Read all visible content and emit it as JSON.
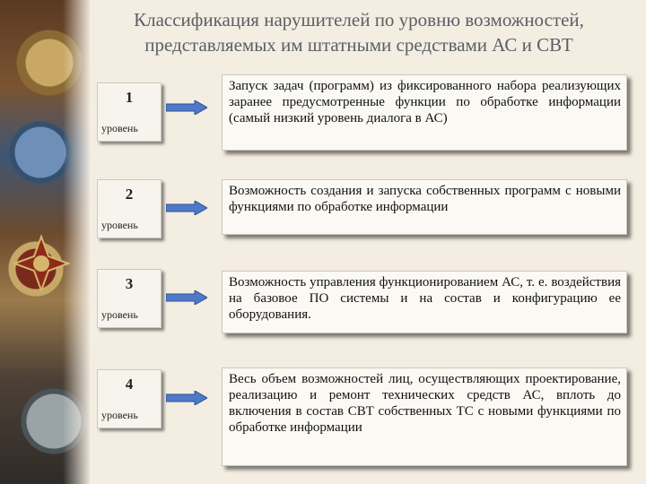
{
  "title": "Классификация нарушителей по уровню возможностей, представляемых им штатными средствами АС и СВТ",
  "levels": [
    {
      "number": "1",
      "word": "уровень",
      "description": "Запуск задач (программ) из фиксированного набора реализующих заранее предусмотренные функции по обработке информации (самый низкий уровень диалога в АС)"
    },
    {
      "number": "2",
      "word": "уровень",
      "description": "Возможность создания и запуска собственных программ с новыми функциями по обработке информации"
    },
    {
      "number": "3",
      "word": "уровень",
      "description": "Возможность управления функционированием АС, т. е. воздействия на базовое ПО системы и на состав и конфигурацию ее оборудования."
    },
    {
      "number": "4",
      "word": "уровень",
      "description": "Весь объем возможностей лиц, осуществляющих проектирование, реализацию и ремонт технических средств АС, вплоть до включения в состав СВТ собственных ТС с новыми функциями по обработке информации"
    }
  ],
  "colors": {
    "title": "#5b5f64",
    "arrow_fill": "#4f79c8",
    "arrow_stroke": "#2c4f93"
  }
}
